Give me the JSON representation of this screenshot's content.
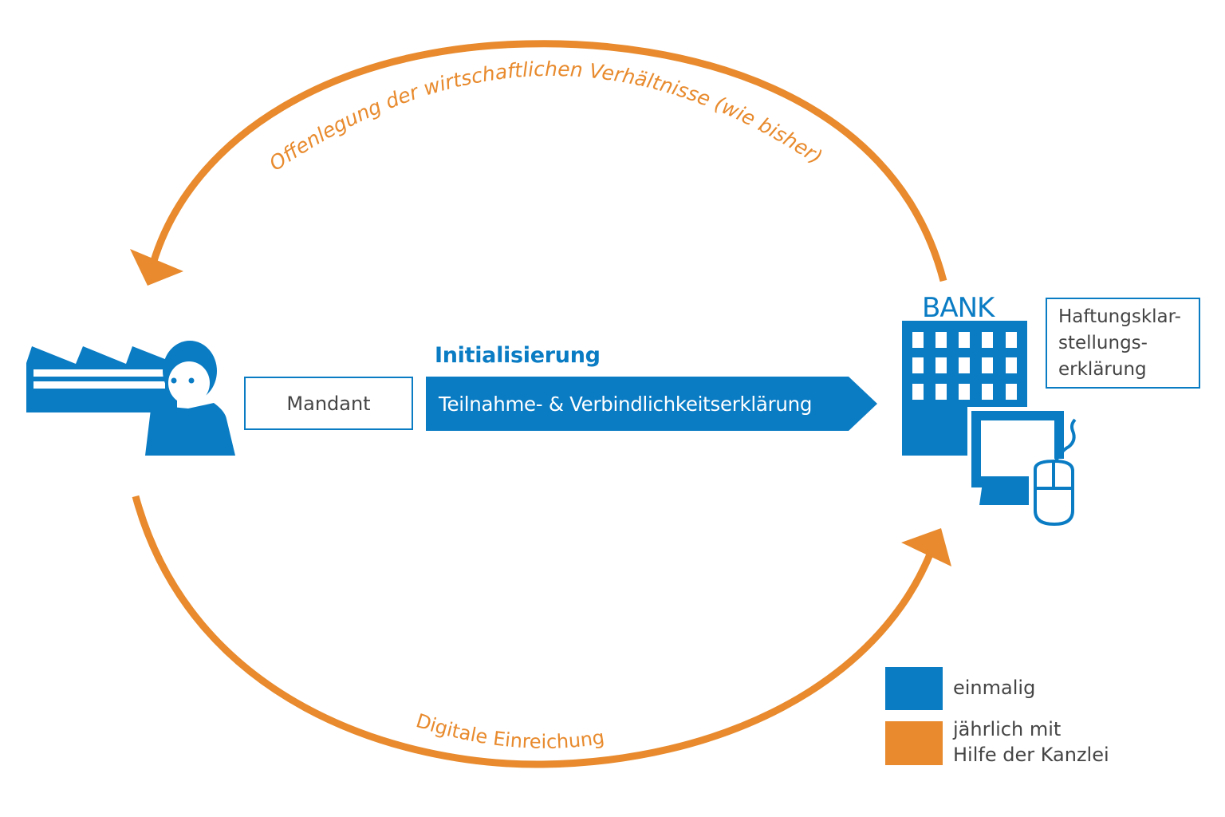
{
  "colors": {
    "blue": "#0a7cc4",
    "orange": "#e88a2d",
    "text_gray": "#444444"
  },
  "actors": {
    "client": {
      "icon": "factory-person-icon",
      "label": "Mandant"
    },
    "bank": {
      "icon": "bank-building-icon",
      "label": "BANK",
      "device_icon": "computer-mouse-icon",
      "note_lines": [
        "Haftungsklar-",
        "stellungs-",
        "erklärung"
      ]
    }
  },
  "initialization": {
    "heading": "Initialisierung",
    "arrow_label": "Teilnahme- & Verbindlichkeitserklärung"
  },
  "cycle": {
    "top_arrow_label": "Offenlegung der wirtschaftlichen Verhältnisse (wie bisher)",
    "bottom_arrow_label": "Digitale Einreichung"
  },
  "legend": [
    {
      "color": "blue",
      "label": "einmalig"
    },
    {
      "color": "orange",
      "label_lines": [
        "jährlich mit",
        "Hilfe der Kanzlei"
      ]
    }
  ]
}
